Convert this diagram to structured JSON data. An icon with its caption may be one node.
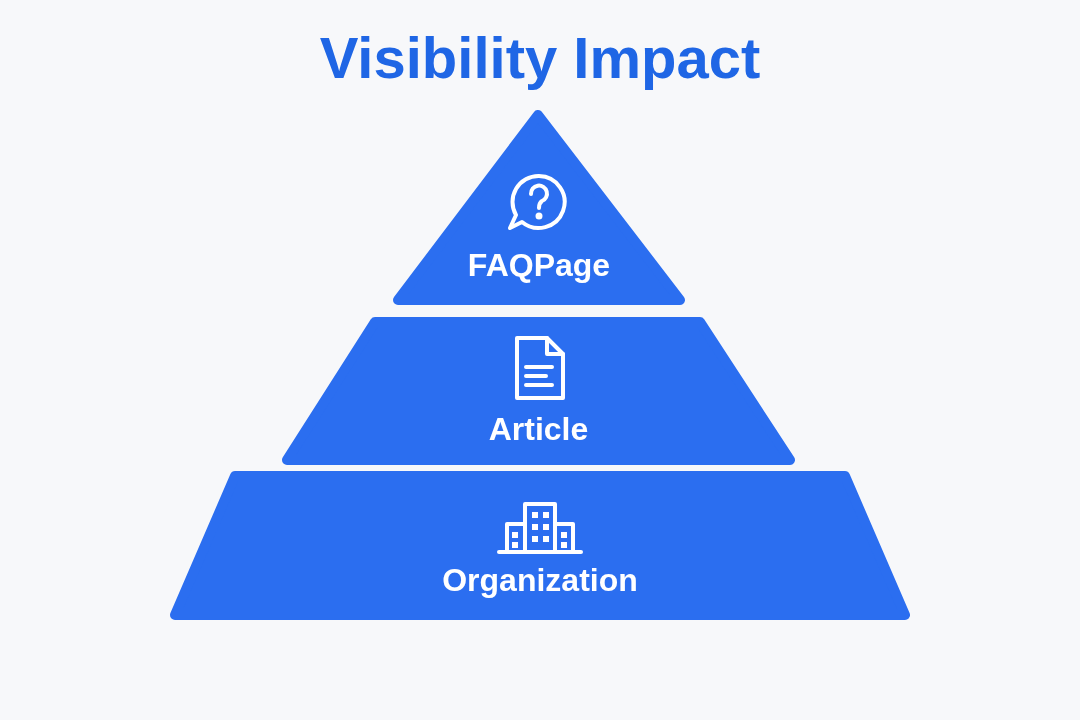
{
  "diagram": {
    "title": "Visibility Impact",
    "nodes": [
      {
        "text": [
          "FAQPage"
        ]
      },
      {
        "text": [
          "Article"
        ]
      },
      {
        "text": [
          "Organization"
        ]
      }
    ]
  }
}
